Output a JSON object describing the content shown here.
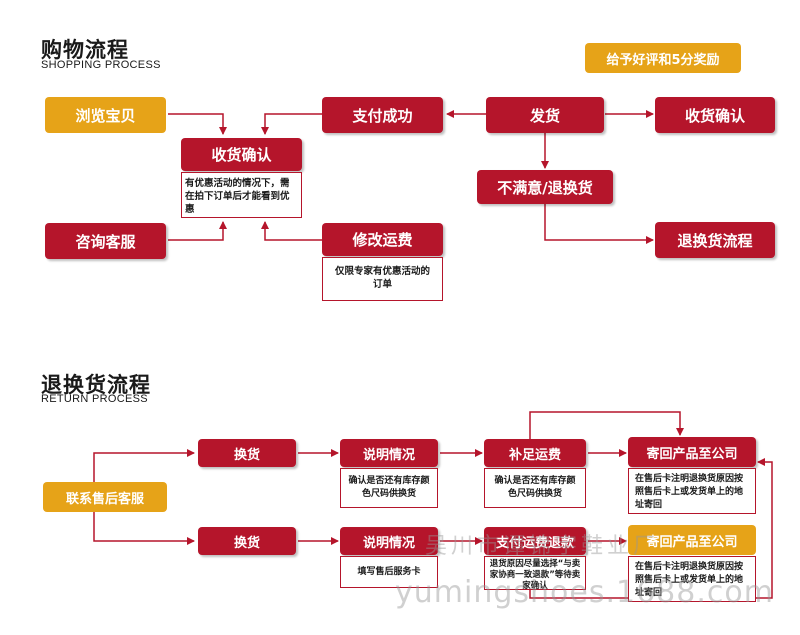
{
  "shopping": {
    "title": "购物流程",
    "subtitle": "SHOPPING PROCESS",
    "reward": "给予好评和5分奖励",
    "browse": "浏览宝贝",
    "consult": "咨询客服",
    "confirm_mid": "收货确认",
    "confirm_note": "有优惠活动的情况下，需在拍下订单后才能看到优惠",
    "pay": "支付成功",
    "modify": "修改运费",
    "modify_note": "仅限专家有优惠活动的订单",
    "ship": "发货",
    "confirm_right": "收货确认",
    "unsatisfied": "不满意/退换货",
    "return_flow": "退换货流程"
  },
  "return_process": {
    "title": "退换货流程",
    "subtitle": "RETURN PROCESS",
    "contact": "联系售后客服",
    "exchange_top": "换货",
    "explain_top": "说明情况",
    "explain_top_note": "确认是否还有库存颜色尺码供换货",
    "topup": "补足运费",
    "topup_note": "确认是否还有库存颜色尺码供换货",
    "send_top": "寄回产品至公司",
    "send_top_note": "在售后卡注明退换货原因按照售后卡上或发货单上的地址寄回",
    "exchange_bottom": "换货",
    "explain_bottom": "说明情况",
    "explain_bottom_note": "填写售后服务卡",
    "refund": "支付运费退款",
    "refund_note": "退货原因尽量选择“与卖家协商一致退款”等待卖家确认",
    "send_bottom": "寄回产品至公司",
    "send_bottom_note": "在售后卡注明退换货原因按照售后卡上或发货单上的地址寄回"
  },
  "watermark": {
    "company": "吴川市谭锦宇鞋业厂",
    "site": "yumingshoes.1688.com"
  },
  "colors": {
    "red": "#b5152b",
    "gold": "#e6a318"
  }
}
